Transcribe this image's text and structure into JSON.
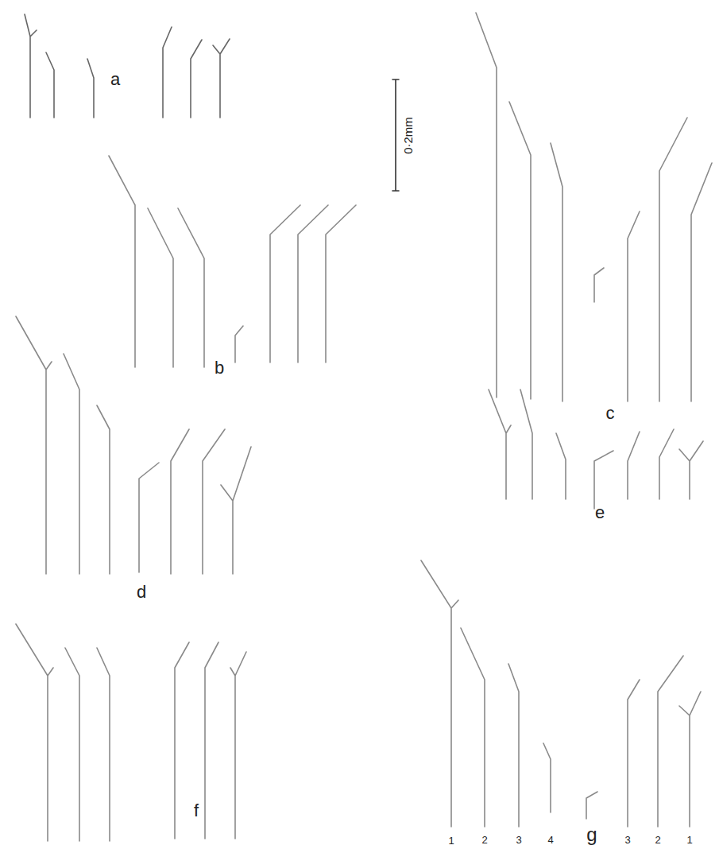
{
  "diagram": {
    "labels": [
      "a",
      "0·2mm",
      "b",
      "c",
      "d",
      "e",
      "f",
      "1",
      "2",
      "3",
      "4",
      "g",
      "3",
      "2",
      "1"
    ]
  }
}
